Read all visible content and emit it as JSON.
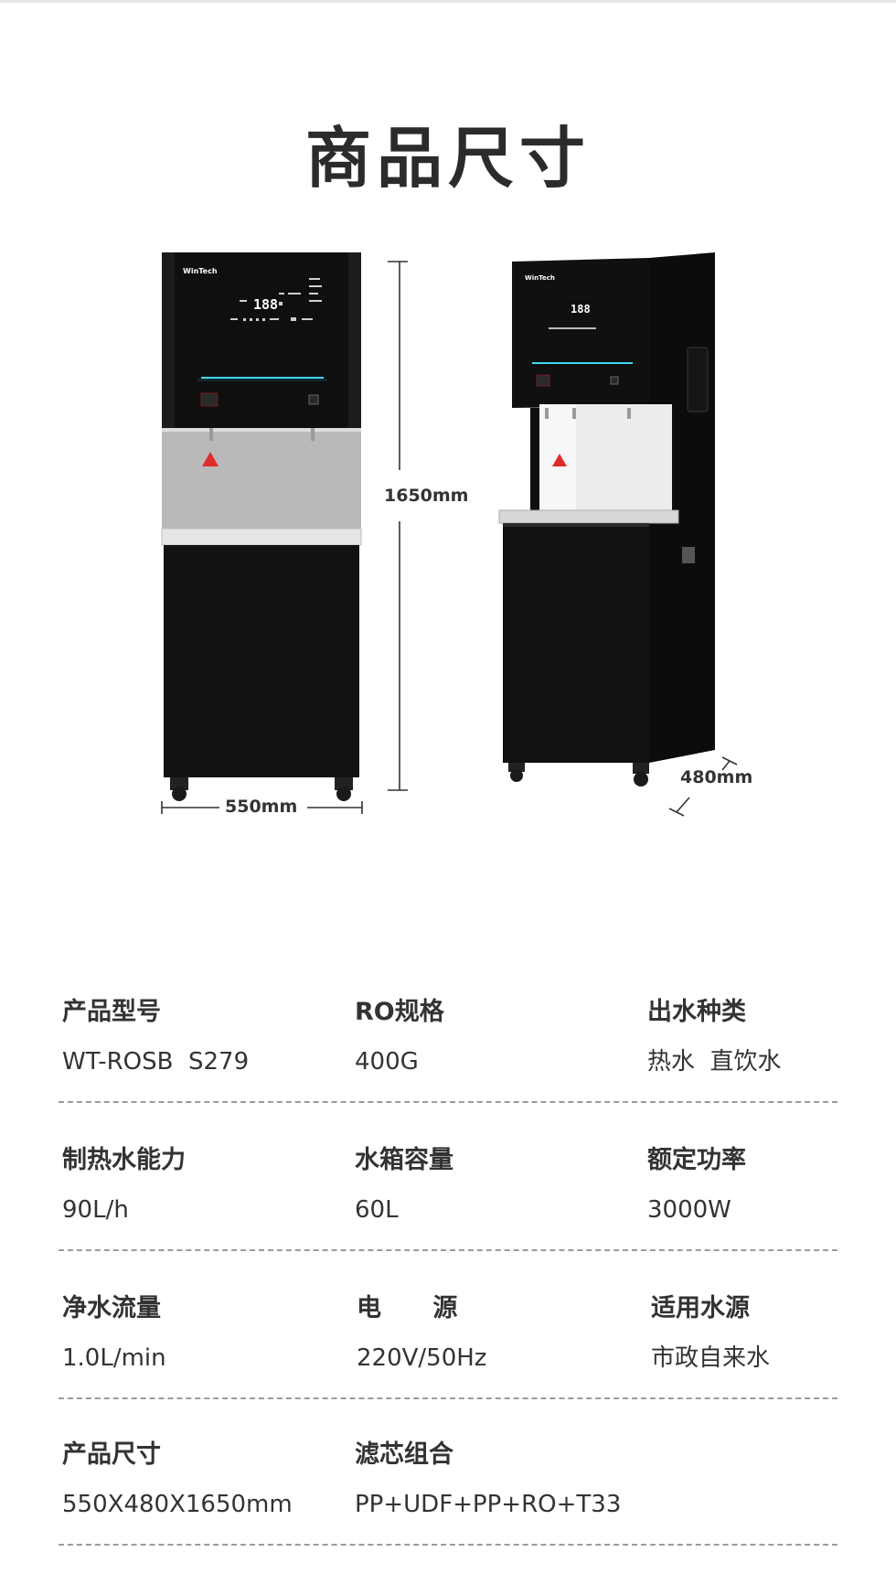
{
  "page": {
    "title": "商品尺寸"
  },
  "dimensions": {
    "height": "1650mm",
    "width": "550mm",
    "depth": "480mm"
  },
  "display": {
    "readout": "188",
    "logo": "WinTech"
  },
  "specs": [
    [
      {
        "label": "产品型号",
        "value": "WT-ROSB  S279"
      },
      {
        "label": "RO规格",
        "value": "400G"
      },
      {
        "label": "出水种类",
        "value": "热水  直饮水"
      }
    ],
    [
      {
        "label": "制热水能力",
        "value": "90L/h"
      },
      {
        "label": "水箱容量",
        "value": "60L"
      },
      {
        "label": "额定功率",
        "value": "3000W"
      }
    ],
    [
      {
        "label": "净水流量",
        "value": "1.0L/min"
      },
      {
        "label": "电      源",
        "value": "220V/50Hz"
      },
      {
        "label": "适用水源",
        "value": "市政自来水"
      }
    ],
    [
      {
        "label": "产品尺寸",
        "value": "550X480X1650mm"
      },
      {
        "label": "滤芯组合",
        "value": "PP+UDF+PP+RO+T33"
      }
    ]
  ]
}
